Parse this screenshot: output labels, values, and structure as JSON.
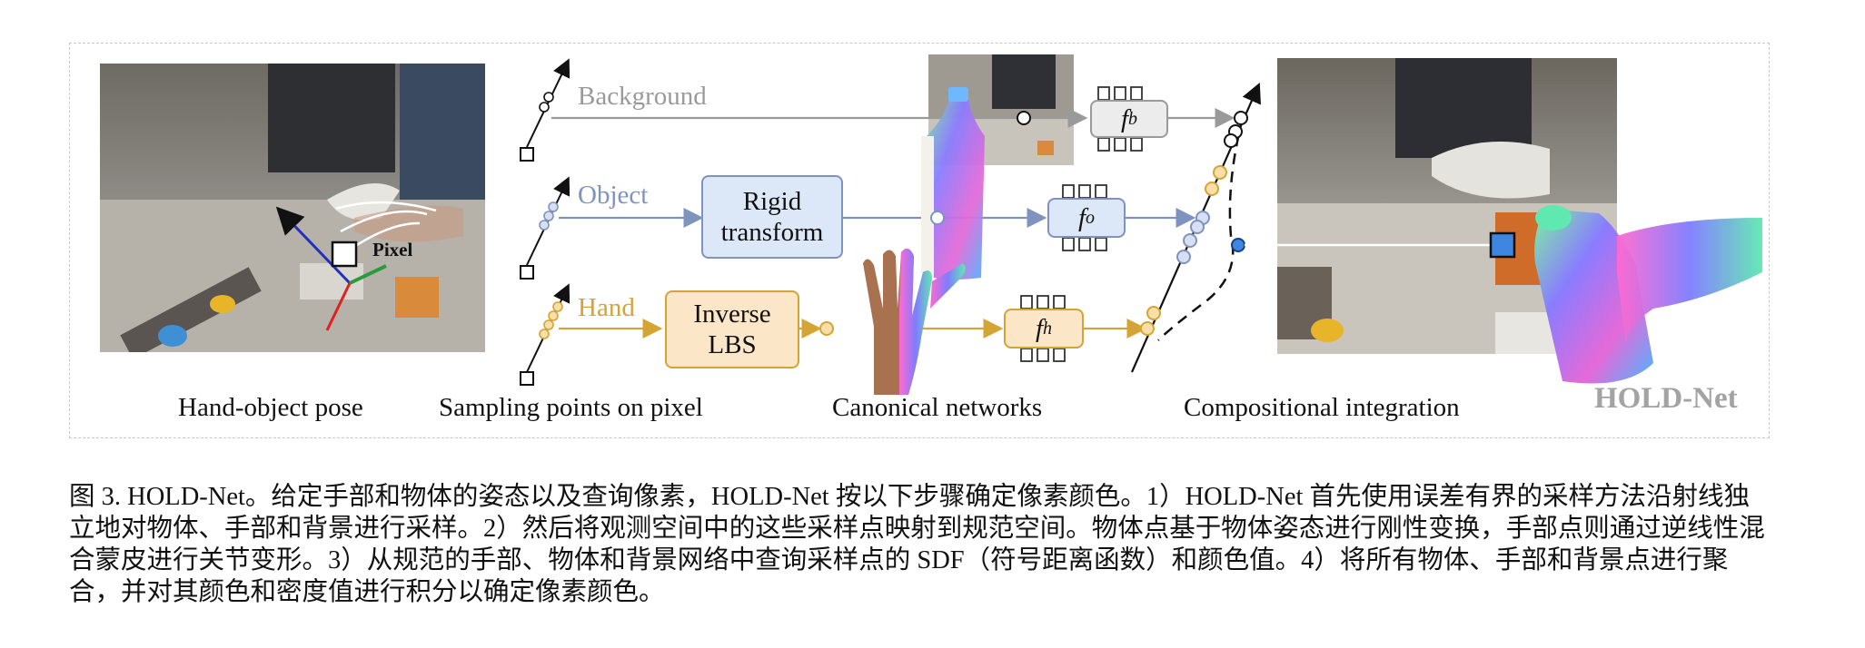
{
  "diagram": {
    "title": "HOLD-Net",
    "pixel_label": "Pixel",
    "sections": {
      "pose": "Hand-object pose",
      "sampling": "Sampling points on pixel",
      "canonical": "Canonical networks",
      "integration": "Compositional integration"
    },
    "branches": {
      "background": "Background",
      "object": "Object",
      "hand": "Hand"
    },
    "boxes": {
      "rigid_line1": "Rigid",
      "rigid_line2": "transform",
      "lbs_line1": "Inverse",
      "lbs_line2": "LBS"
    },
    "networks": {
      "fb": "f",
      "fb_sub": "b",
      "fo": "f",
      "fo_sub": "o",
      "fh": "f",
      "fh_sub": "h"
    },
    "colors": {
      "background_branch": "#9a9a9a",
      "object_branch": "#7f93bf",
      "hand_branch": "#d4a435",
      "rigid_box_fill": "#dce7f7",
      "lbs_box_fill": "#fbe6c8",
      "fb_fill": "#ececec",
      "fo_fill": "#dce7f7",
      "fh_fill": "#fbe6c8",
      "pixel_blue": "#3f86e0"
    }
  },
  "caption": "图 3. HOLD-Net。给定手部和物体的姿态以及查询像素，HOLD-Net 按以下步骤确定像素颜色。1）HOLD-Net 首先使用误差有界的采样方法沿射线独立地对物体、手部和背景进行采样。2）然后将观测空间中的这些采样点映射到规范空间。物体点基于物体姿态进行刚性变换，手部点则通过逆线性混合蒙皮进行关节变形。3）从规范的手部、物体和背景网络中查询采样点的 SDF（符号距离函数）和颜色值。4）将所有物体、手部和背景点进行聚合，并对其颜色和密度值进行积分以确定像素颜色。"
}
